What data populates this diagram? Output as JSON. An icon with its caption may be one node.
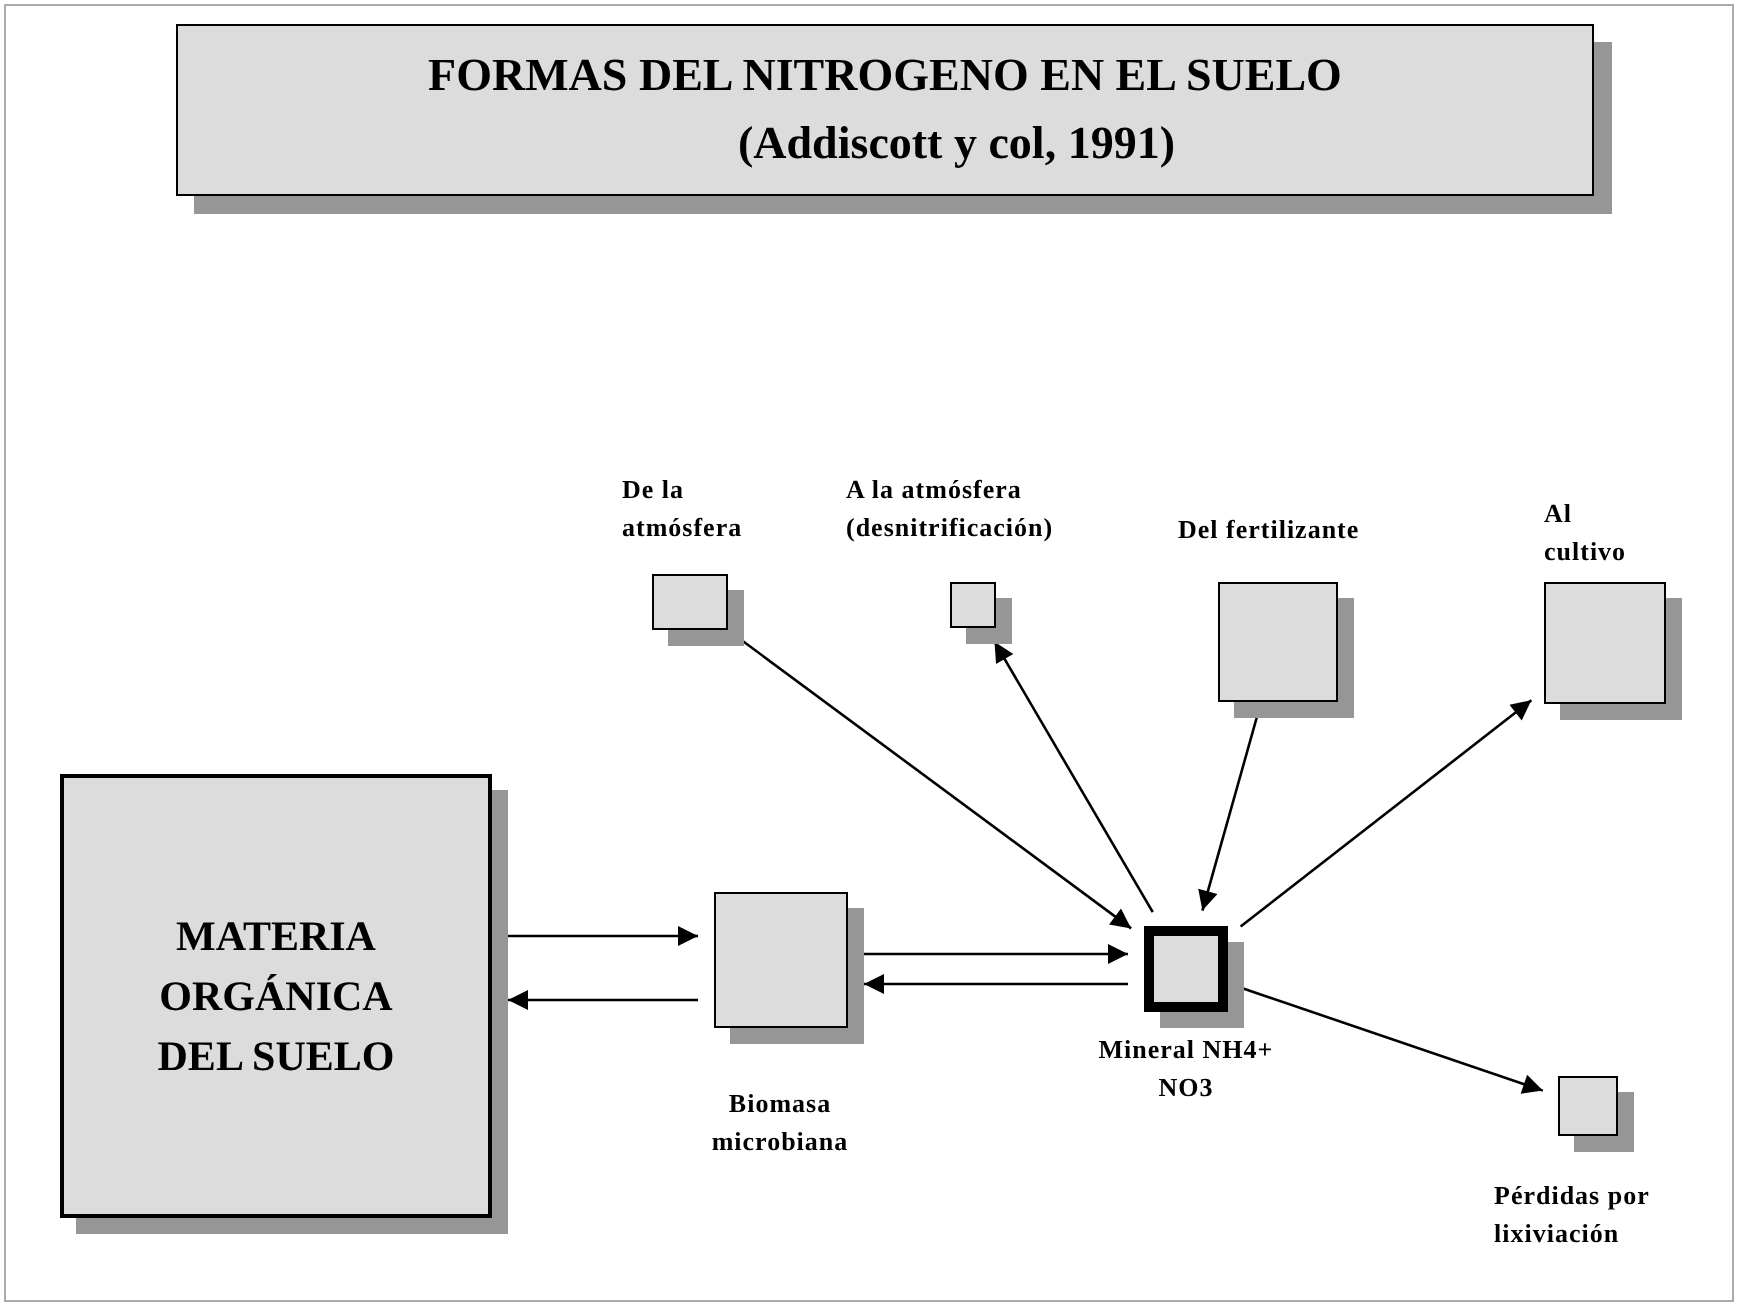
{
  "diagram": {
    "title": "FORMAS DEL NITROGENO EN EL SUELO",
    "nodes": [
      {
        "text": [
          "MATERIA ORGÁNICA DEL SUELO"
        ]
      },
      {
        "text": [
          "Biomasa microbiana"
        ]
      },
      {
        "text": [
          "Mineral NH4+ NO3"
        ]
      },
      {
        "text": [
          "De la atmósfera"
        ]
      },
      {
        "text": [
          "A la atmósfera (desnitrificación)"
        ]
      },
      {
        "text": [
          "Del fertilizante"
        ]
      },
      {
        "text": [
          "Al cultivo"
        ]
      },
      {
        "text": [
          "Pérdidas por lixiviación"
        ]
      }
    ],
    "edges": [
      {
        "from": 0,
        "to": 1,
        "arrow": "to"
      },
      {
        "from": 1,
        "to": 0,
        "arrow": "to"
      },
      {
        "from": 1,
        "to": 2,
        "arrow": "to"
      },
      {
        "from": 2,
        "to": 1,
        "arrow": "to"
      },
      {
        "from": 3,
        "to": 2,
        "arrow": "to"
      },
      {
        "from": 2,
        "to": 4,
        "arrow": "to"
      },
      {
        "from": 5,
        "to": 2,
        "arrow": "to"
      },
      {
        "from": 2,
        "to": 6,
        "arrow": "to"
      },
      {
        "from": 2,
        "to": 7,
        "arrow": "to"
      }
    ],
    "labels": [
      "(Addiscott y col, 1991)"
    ]
  }
}
